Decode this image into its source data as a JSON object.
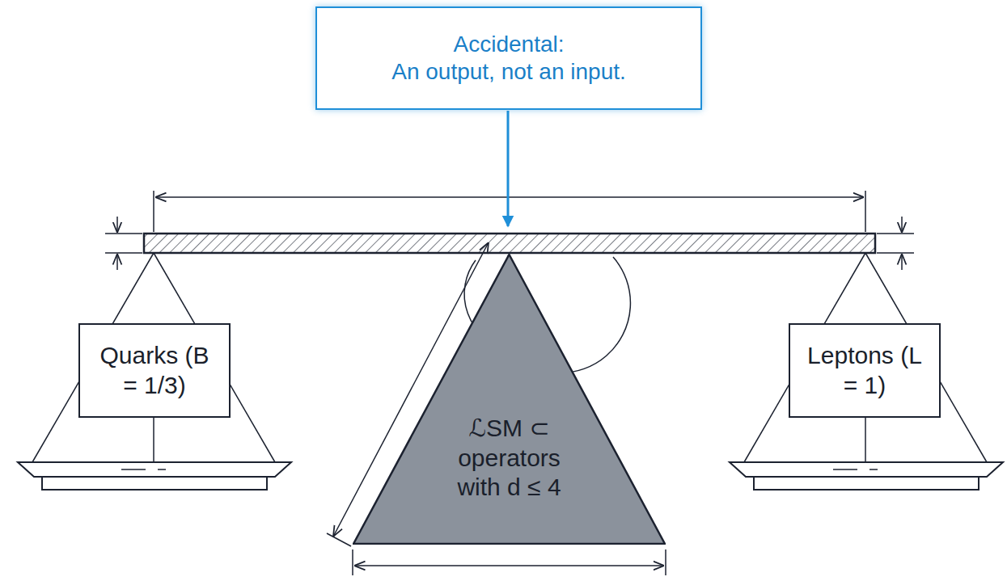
{
  "diagram": {
    "nodes": [
      {
        "text": [
          "Accidental:",
          "An output, not an input."
        ]
      },
      {
        "text": [
          "Quarks (B = 1/3)"
        ]
      },
      {
        "text": [
          "ℒSM ⊂ operators with d ≤ 4"
        ]
      },
      {
        "text": [
          "Leptons (L = 1)"
        ]
      }
    ]
  }
}
